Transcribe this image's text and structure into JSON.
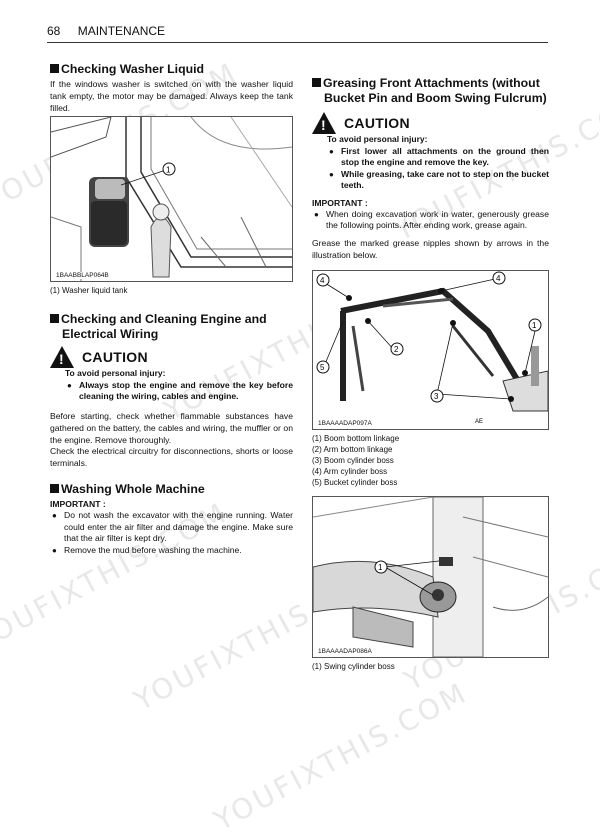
{
  "header": {
    "page": "68",
    "section": "MAINTENANCE"
  },
  "washer": {
    "title": "Checking Washer Liquid",
    "text": "If the windows washer is switched on with the washer liquid tank empty, the motor may be damaged. Always keep the tank filled.",
    "fig_code": "1BAABBLAP064B",
    "callout": "1",
    "caption": "(1) Washer liquid tank"
  },
  "engine": {
    "title_line1": "Checking and Cleaning Engine and",
    "title_line2": "Electrical Wiring",
    "caution": "CAUTION",
    "avoid": "To avoid personal injury:",
    "bullet": "Always stop the engine and remove the key before cleaning the wiring, cables and engine.",
    "text1": "Before starting, check whether flammable substances have gathered on the battery, the cables and wiring, the muffler or on the engine. Remove thoroughly.",
    "text2": "Check the electrical circuitry for disconnections, shorts or loose terminals."
  },
  "washing": {
    "title": "Washing Whole Machine",
    "important": "IMPORTANT :",
    "bullets": [
      "Do not wash the excavator with the engine running. Water could enter the air filter and damage the engine. Make sure that the air filter is kept dry.",
      "Remove the mud before washing the machine."
    ]
  },
  "greasing": {
    "title_line1": "Greasing Front Attachments (without",
    "title_line2": "Bucket Pin and Boom Swing Fulcrum)",
    "caution": "CAUTION",
    "avoid": "To avoid personal injury:",
    "bullets": [
      "First lower all attachments on the ground then stop the engine and remove the key.",
      "While greasing, take care not to step on the bucket teeth."
    ],
    "important": "IMPORTANT :",
    "important_bullet": "When doing excavation work in water, generously grease the following points. After ending work, grease again.",
    "text": "Grease the marked grease nipples shown by arrows in the illustration below.",
    "fig1_code": "1BAAAADAP097A",
    "fig1_extra": "AE",
    "fig1_callouts": [
      "1",
      "2",
      "3",
      "4",
      "5"
    ],
    "fig1_captions": [
      "(1) Boom bottom linkage",
      "(2) Arm bottom linkage",
      "(3) Boom cylinder boss",
      "(4) Arm cylinder boss",
      "(5) Bucket cylinder boss"
    ],
    "fig2_code": "1BAAAADAP086A",
    "fig2_callout": "1",
    "fig2_caption": "(1) Swing cylinder boss"
  },
  "watermark": "YOUFIXTHIS.COM"
}
